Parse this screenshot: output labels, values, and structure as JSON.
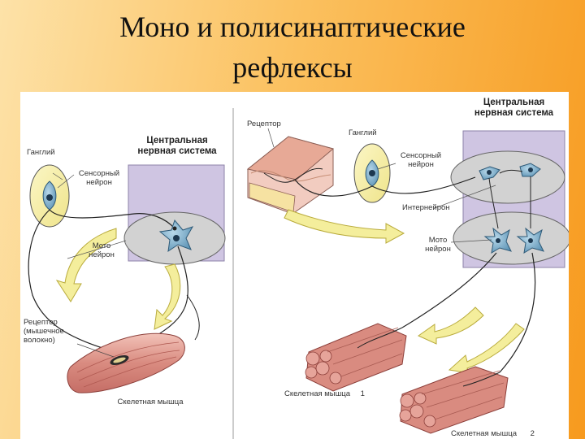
{
  "slide": {
    "title_line1": "Моно и полисинаптические",
    "title_line2": "рефлексы"
  },
  "left_diagram": {
    "cns_line1": "Центральная",
    "cns_line2": "нервная система",
    "ganglion": "Ганглий",
    "sensory_line1": "Сенсорный",
    "sensory_line2": "нейрон",
    "motor_line1": "Мото",
    "motor_line2": "нейрон",
    "receptor_line1": "Рецептор",
    "receptor_line2": "(мышечное",
    "receptor_line3": "волокно)",
    "muscle": "Скелетная мышца"
  },
  "right_diagram": {
    "receptor": "Рецептор",
    "ganglion": "Ганглий",
    "sensory_line1": "Сенсорный",
    "sensory_line2": "нейрон",
    "cns_line1": "Центральная",
    "cns_line2": "нервная система",
    "interneuron": "Интернейрон",
    "motor_line1": "Мото",
    "motor_line2": "нейрон",
    "muscle1": "Скелетная мышца",
    "muscle1_num": "1",
    "muscle2": "Скелетная мышца",
    "muscle2_num": "2"
  },
  "colors": {
    "cns_fill": "#cfc5e2",
    "arrow_fill": "#f4ee9c",
    "muscle_fill": "#e8a9a0",
    "neuron_fill": "#7fb0cc"
  }
}
